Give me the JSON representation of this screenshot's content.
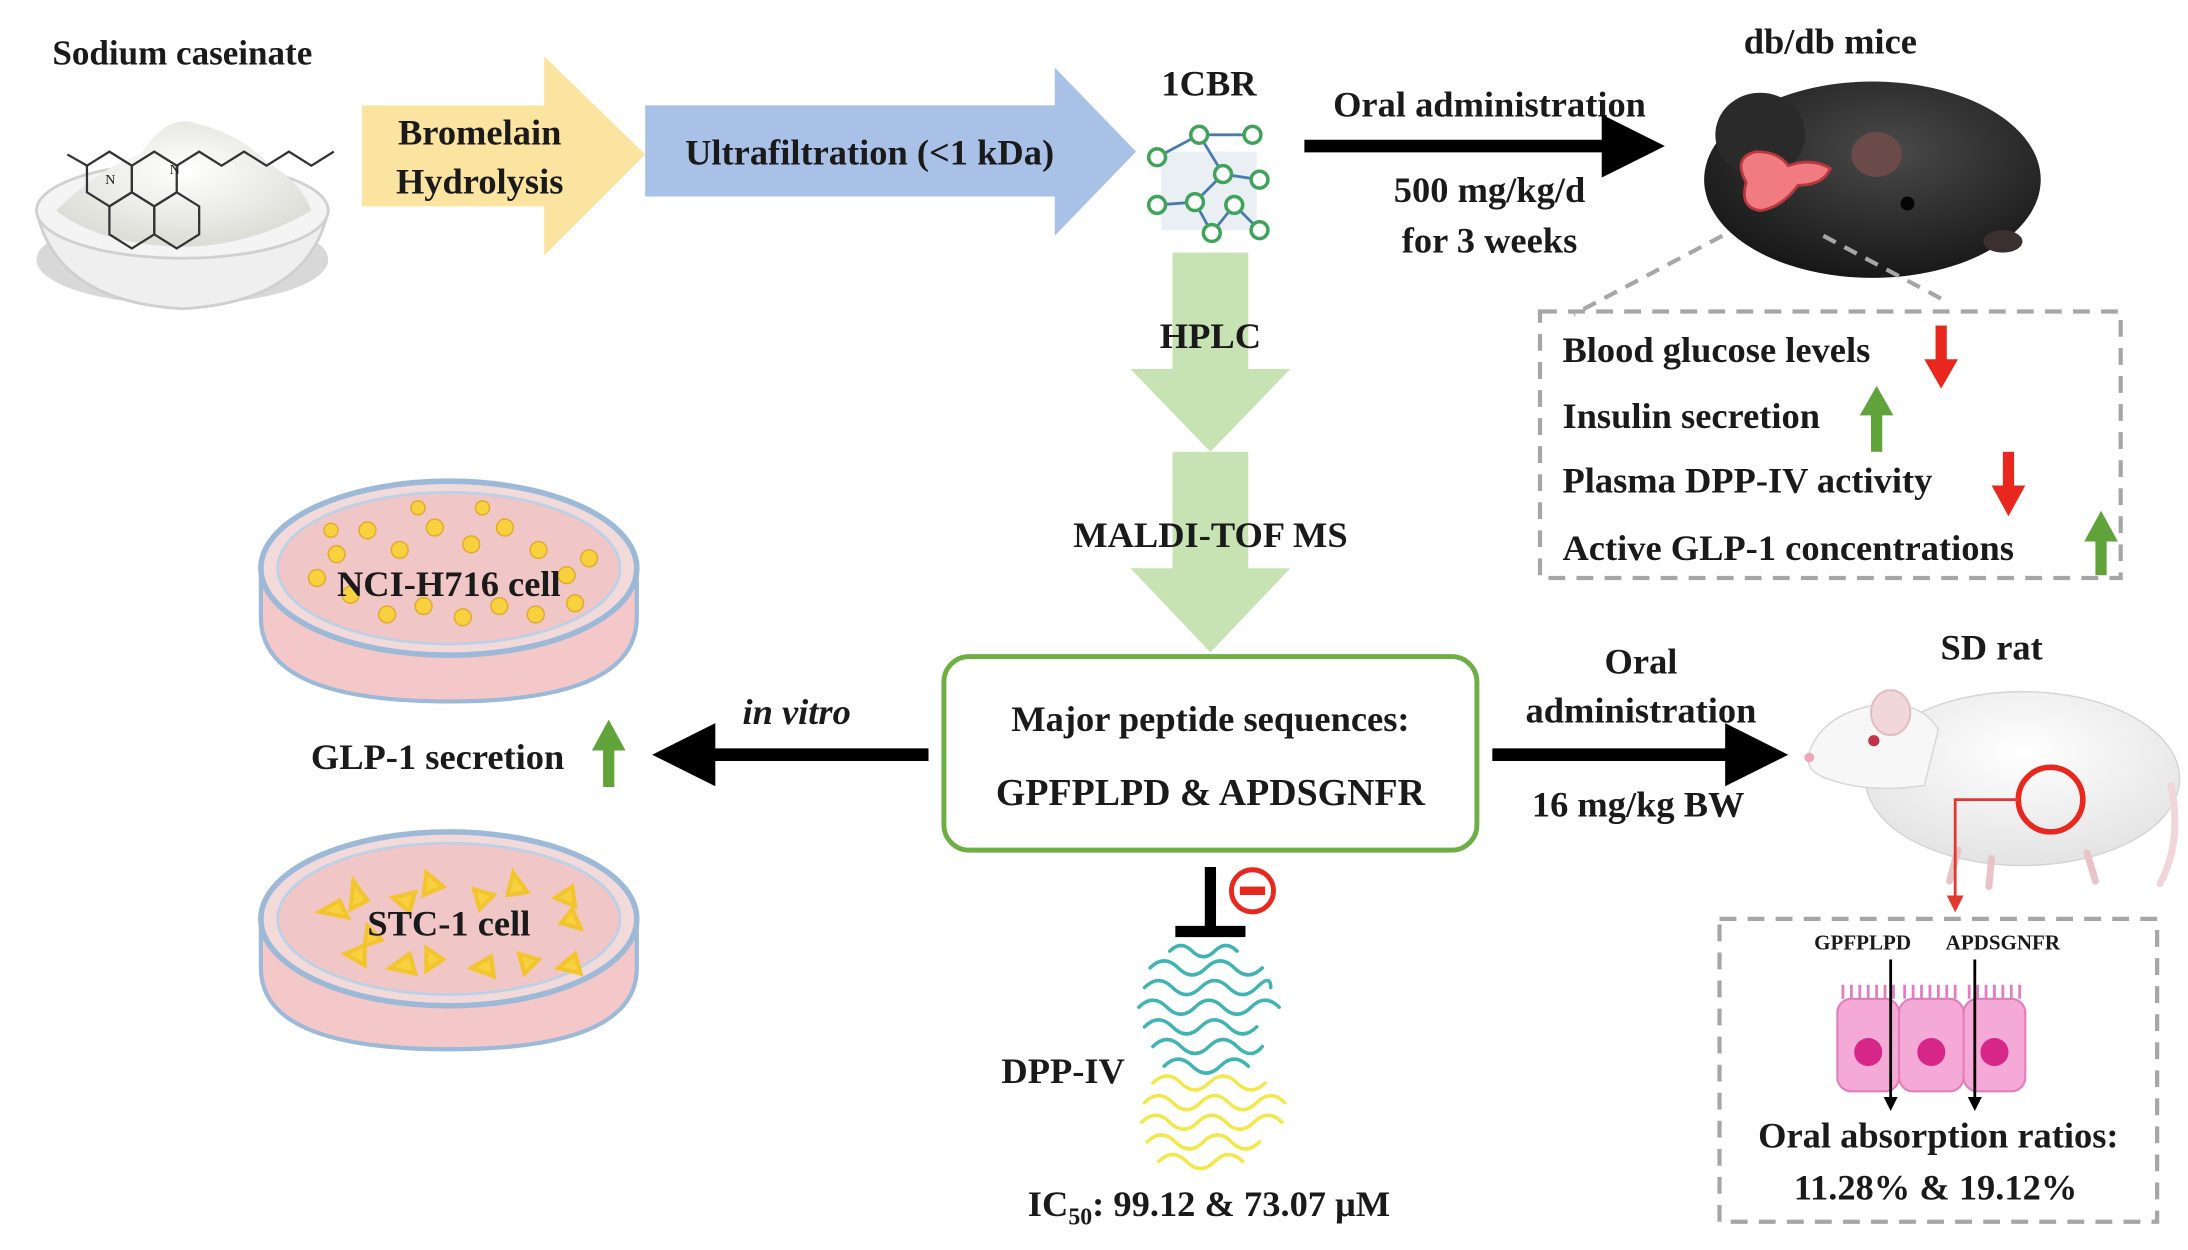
{
  "source": {
    "label": "Sodium caseinate"
  },
  "steps": {
    "hydrolysis": [
      "Bromelain",
      "Hydrolysis"
    ],
    "ultrafiltration": "Ultrafiltration (<1 kDa)",
    "fraction": "1CBR",
    "hplc": "HPLC",
    "maldi": "MALDI-TOF MS"
  },
  "oral_mice": {
    "title": "Oral administration",
    "dose_line1": "500 mg/kg/d",
    "dose_line2": "for 3 weeks",
    "subject": "db/db mice"
  },
  "mice_effects": [
    {
      "label": "Blood glucose levels",
      "direction": "down"
    },
    {
      "label": "Insulin secretion",
      "direction": "up"
    },
    {
      "label": "Plasma DPP-IV activity",
      "direction": "down"
    },
    {
      "label": "Active GLP-1 concentrations",
      "direction": "up"
    }
  ],
  "peptides": {
    "heading": "Major peptide sequences:",
    "sequences": "GPFPLPD & APDSGNFR",
    "seq1": "GPFPLPD",
    "seq2": "APDSGNFR"
  },
  "in_vitro": {
    "label": "in vitro",
    "cell1": "NCI-H716 cell",
    "cell2": "STC-1 cell",
    "effect": "GLP-1 secretion",
    "direction": "up"
  },
  "oral_rat": {
    "line1": "Oral",
    "line2": "administration",
    "dose": "16 mg/kg BW",
    "subject": "SD rat"
  },
  "absorption": {
    "title": "Oral absorption ratios:",
    "values": "11.28% & 19.12%"
  },
  "dppiv": {
    "label": "DPP-IV",
    "ic50_prefix": "IC",
    "ic50_sub": "50",
    "ic50_values": ": 99.12 & 73.07 μM",
    "inhibit_symbol": "−"
  },
  "colors": {
    "yellow_arrow": "#FBE3A0",
    "blue_arrow": "#A9C1E6",
    "green_arrow": "#C7E3B3",
    "box_border": "#6FAE45",
    "down_arrow": "#E8281E",
    "up_arrow": "#5FA33A",
    "dashed_box": "#A6A6A6",
    "dish_rim": "#9CB9D8",
    "dish_fill": "#F3C9C9",
    "cell_yellow": "#F7D23E",
    "enterocyte": "#F4A9D6",
    "nucleus": "#D62788",
    "protein_teal": "#3FB4B2",
    "protein_yellow": "#F2E84A",
    "fraction_green": "#3FA35A"
  }
}
